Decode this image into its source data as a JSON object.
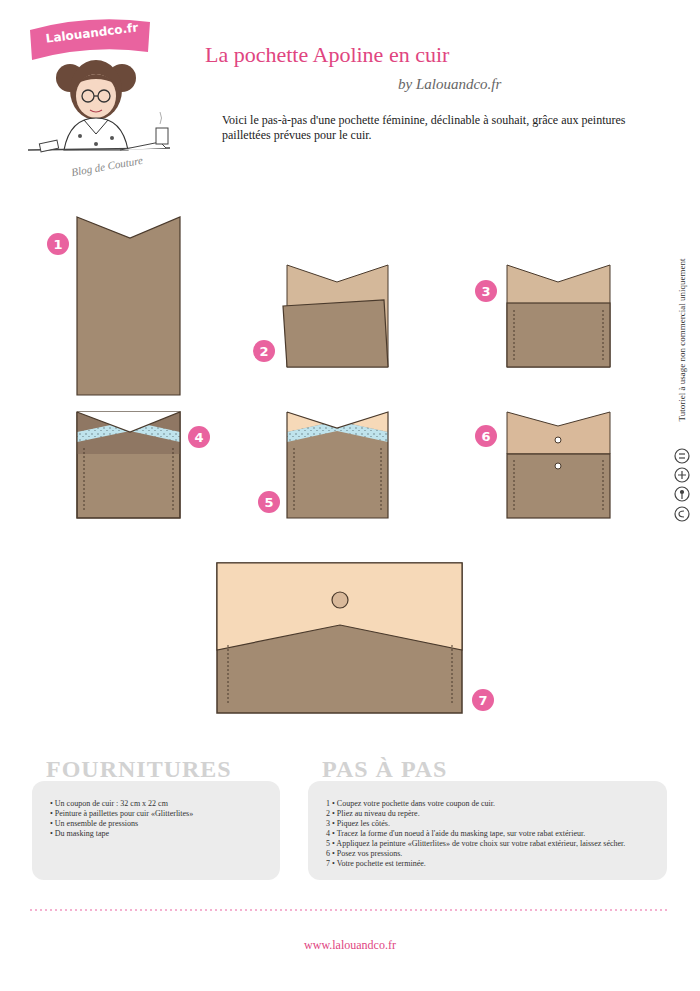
{
  "diagram": {
    "title": "La pochette Apoline en cuir",
    "nodes": [
      {
        "text": [
          "1"
        ]
      },
      {
        "text": [
          "2"
        ]
      },
      {
        "text": [
          "3"
        ]
      },
      {
        "text": [
          "4"
        ]
      },
      {
        "text": [
          "5"
        ]
      },
      {
        "text": [
          "6"
        ]
      },
      {
        "text": [
          "7"
        ]
      },
      {
        "text": [
          "FOURNITURES",
          "• Un coupon de cuir : 32 cm x 22 cm",
          "• Peinture à paillettes pour cuir «Glitterlites»",
          "• Un ensemble de pressions",
          "• Du masking tape"
        ]
      },
      {
        "text": [
          "PAS À PAS",
          "1 • Coupez votre pochette dans votre coupon de cuir.",
          "2 • Pliez au niveau du repère.",
          "3 • Piquez les côtés.",
          "4 • Tracez la forme d'un noeud à l'aide du masking tape, sur votre rabat extérieur.",
          "5 • Appliquez la peinture «Glitterlites» de votre choix sur votre rabat extérieur, laissez sécher.",
          "6 • Posez vos pressions.",
          "7 • Votre pochette est terminée."
        ]
      }
    ],
    "labels": [
      "Lalouandco.fr",
      "Blog de Couture",
      "by Lalouandco.fr",
      "Voici le pas-à-pas d'une pochette féminine, déclinable à souhait, grâce aux peintures paillettées prévues pour le cuir.",
      "Tutoriel à usage non commercial uniquement",
      "www.lalouandco.fr"
    ]
  }
}
